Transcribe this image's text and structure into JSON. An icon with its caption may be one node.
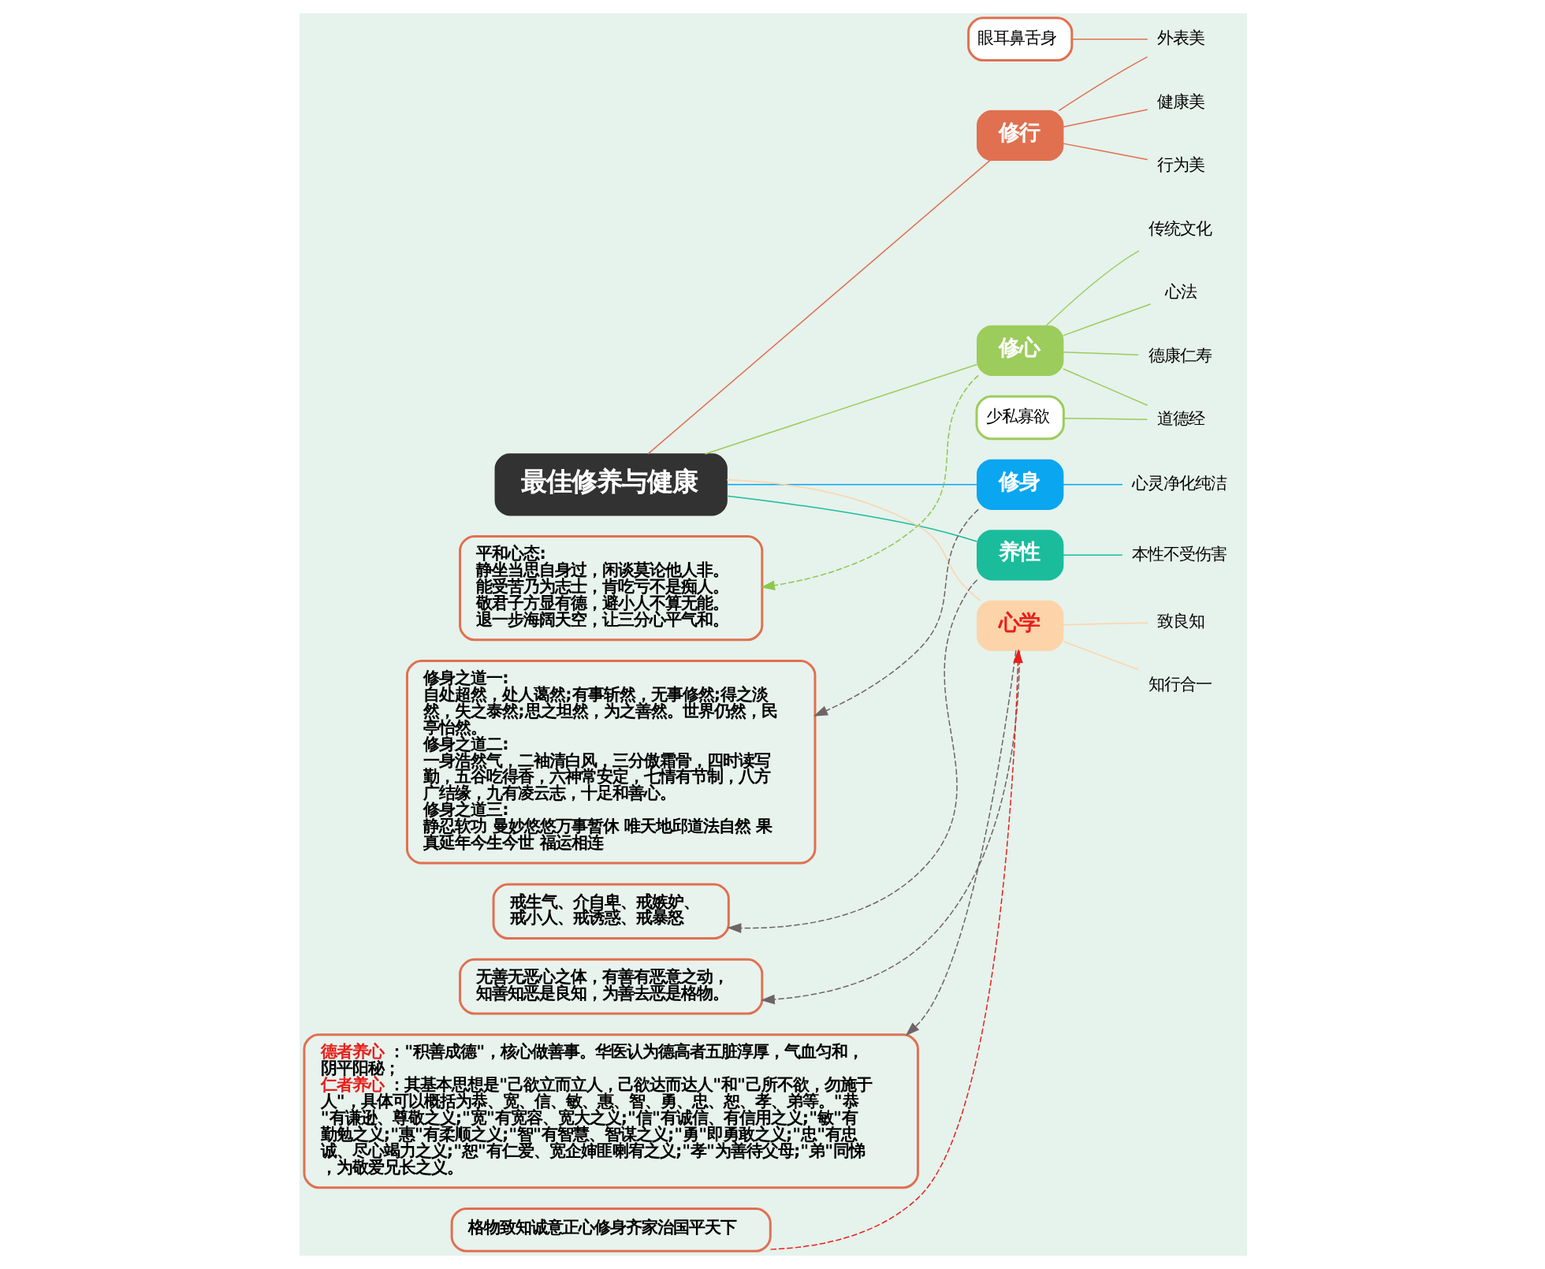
{
  "diagram": {
    "nodes": [
      {
        "text": [
          "最佳修养与健康"
        ]
      },
      {
        "text": [
          "修行"
        ]
      },
      {
        "text": [
          "外表美"
        ]
      },
      {
        "text": [
          "健康美"
        ]
      },
      {
        "text": [
          "行为美"
        ]
      },
      {
        "text": [
          "眼耳鼻舌身"
        ]
      },
      {
        "text": [
          "修心"
        ]
      },
      {
        "text": [
          "传统文化"
        ]
      },
      {
        "text": [
          "道德经"
        ]
      },
      {
        "text": [
          "少私寡欲"
        ]
      },
      {
        "text": [
          "心法"
        ]
      },
      {
        "text": [
          "德康仁寿"
        ]
      },
      {
        "text": [
          "修身"
        ]
      },
      {
        "text": [
          "心灵净化纯洁"
        ]
      },
      {
        "text": [
          "养性"
        ]
      },
      {
        "text": [
          "本性不受伤害"
        ]
      },
      {
        "text": [
          "心学"
        ]
      },
      {
        "text": [
          "致良知"
        ]
      },
      {
        "text": [
          "知行合一"
        ]
      },
      {
        "text": [
          "无善无恶心之体，有善有恶意之动，知善知恶是良知，为善去恶是格物。"
        ]
      },
      {
        "text": [
          "戒生气、介自卑、戒嫉妒、戒小人、戒诱惑、戒暴怒"
        ]
      },
      {
        "text": [
          "平和心态:",
          "静坐当思自身过，闲谈莫论他人非。能受苦乃为志士，肯吃亏不是痴人。敬君子方显有德，避小人不算无能。退一步海阔天空，让三分心平气和。"
        ]
      },
      {
        "text": [
          "修身之道一:",
          "自处超然，处人蔼然;有事斩然，无事修然;得之淡然，失之泰然;思之坦然，为之善然。世界仍然，民亭怡然。",
          "修身之道二:",
          "一身浩然气，二袖清白风，三分傲霜骨，四时读写勤，五谷吃得香，六神常安定，七情有节制，八方广结缘，九有凌云志，十足和善心。",
          "修身之道三:",
          "静忍软功 曼妙悠悠万事暂休 唯天地邱道法自然 果真延年今生今世 福运相连"
        ]
      },
      {
        "text": [
          "格物致知诚意正心修身齐家治国平天下"
        ]
      },
      {
        "text": [
          "**德者养心**：\"积善成德\"，核心做善事。华医认为德高者五脏淳厚，气血匀和，阴平阳秘；",
          "**仁者养心**：其基本思想是\"己欲立而立人，己欲达而达人\"和\"己所不欲，勿施于人\"，具体可以概括为恭、宽、信、敏、惠、智、勇、忠、恕、孝、弟等。\"恭\"有谦逊、尊敬之义;\"宽\"有宽容、宽大之义;\"信\"有诚信、有信用之义;\"敏\"有勤勉之义;\"惠\"有柔顺之义;\"智\"有智慧、智谋之义;\"勇\"即勇敢之义;\"忠\"有忠诚、尽心竭力之义;\"恕\"有仁爱、宽企婶匪喇宥之义;\"孝\"为善待父母;\"弟\"同悌，为敬爱兄长之义。"
        ]
      }
    ],
    "edges": [
      {
        "from": 0,
        "to": 1,
        "arrow": "none",
        "color": "#e07050"
      },
      {
        "from": 1,
        "to": 2,
        "arrow": "none",
        "color": "#e07050"
      },
      {
        "from": 1,
        "to": 3,
        "arrow": "none",
        "color": "#e07050"
      },
      {
        "from": 1,
        "to": 4,
        "arrow": "none",
        "color": "#e07050"
      },
      {
        "from": 5,
        "to": 2,
        "arrow": "none",
        "color": "#e07050"
      },
      {
        "from": 0,
        "to": 6,
        "arrow": "none",
        "color": "#9ccc5c"
      },
      {
        "from": 6,
        "to": 7,
        "arrow": "none",
        "color": "#9ccc5c"
      },
      {
        "from": 6,
        "to": 8,
        "arrow": "none",
        "color": "#9ccc5c"
      },
      {
        "from": 9,
        "to": 8,
        "arrow": "none",
        "color": "#9ccc5c"
      },
      {
        "from": 6,
        "to": 10,
        "arrow": "none",
        "color": "#9ccc5c"
      },
      {
        "from": 6,
        "to": 11,
        "arrow": "none",
        "color": "#9ccc5c"
      },
      {
        "from": 0,
        "to": 12,
        "arrow": "none",
        "color": "#0aa6f0"
      },
      {
        "from": 12,
        "to": 13,
        "arrow": "none",
        "color": "#0aa6f0"
      },
      {
        "from": 0,
        "to": 14,
        "arrow": "none",
        "color": "#1abc9c"
      },
      {
        "from": 14,
        "to": 15,
        "arrow": "none",
        "color": "#1abc9c"
      },
      {
        "from": 0,
        "to": 16,
        "arrow": "none",
        "color": "#fdd4aa"
      },
      {
        "from": 16,
        "to": 17,
        "arrow": "none",
        "color": "#fdd4aa"
      },
      {
        "from": 16,
        "to": 18,
        "arrow": "none",
        "color": "#fdd4aa"
      },
      {
        "from": 6,
        "to": 21,
        "arrow": "to",
        "style": "dashed",
        "color": "#8cc84b"
      },
      {
        "from": 12,
        "to": 22,
        "arrow": "to",
        "style": "dashed",
        "color": "#6e6466"
      },
      {
        "from": 14,
        "to": 20,
        "arrow": "to",
        "style": "dashed",
        "color": "#6e6466"
      },
      {
        "from": 16,
        "to": 19,
        "arrow": "to",
        "style": "dashed",
        "color": "#6e6466"
      },
      {
        "from": 16,
        "to": 24,
        "arrow": "to",
        "style": "dashed",
        "color": "#6e6466"
      },
      {
        "from": 23,
        "to": 16,
        "arrow": "to",
        "style": "dashed",
        "color": "#e8201c"
      }
    ]
  }
}
